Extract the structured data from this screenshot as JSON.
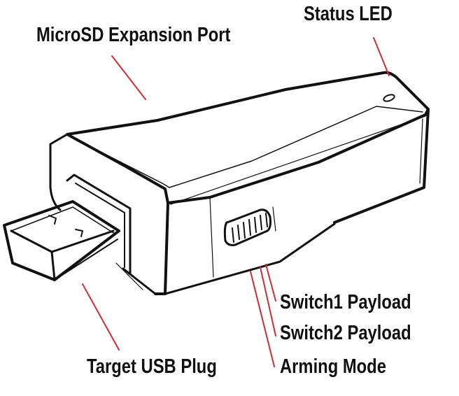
{
  "labels": {
    "microsd_port": "MicroSD Expansion Port",
    "status_led": "Status LED",
    "switch1_payload": "Switch1 Payload",
    "switch2_payload": "Switch2 Payload",
    "arming_mode": "Arming Mode",
    "target_usb_plug": "Target USB Plug"
  },
  "colors": {
    "outline": "#111111",
    "leader": "#d22b36",
    "background": "#ffffff"
  }
}
